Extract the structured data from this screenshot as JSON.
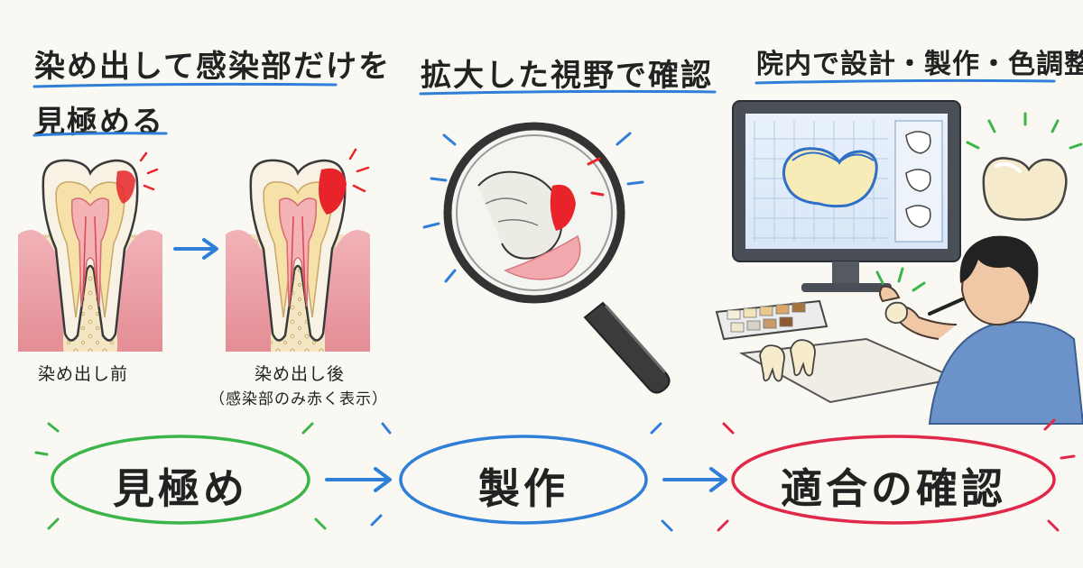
{
  "step1": {
    "title_line1": "染め出して感染部だけを",
    "title_line2": "見極める",
    "before_label": "染め出し前",
    "after_label": "染め出し後",
    "after_note": "（感染部のみ赤く表示）"
  },
  "step2": {
    "title": "拡大した視野で確認"
  },
  "step3": {
    "title": "院内で設計・製作・色調整"
  },
  "flow": {
    "stage1": "見極め",
    "stage2": "製作",
    "stage3": "適合の確認"
  },
  "colors": {
    "green": "#3bb54a",
    "blue": "#2f7fd8",
    "red": "#e0284a",
    "caries": "#e8242a",
    "gum": "#e9a0a6",
    "bone": "#f2e2b8"
  }
}
